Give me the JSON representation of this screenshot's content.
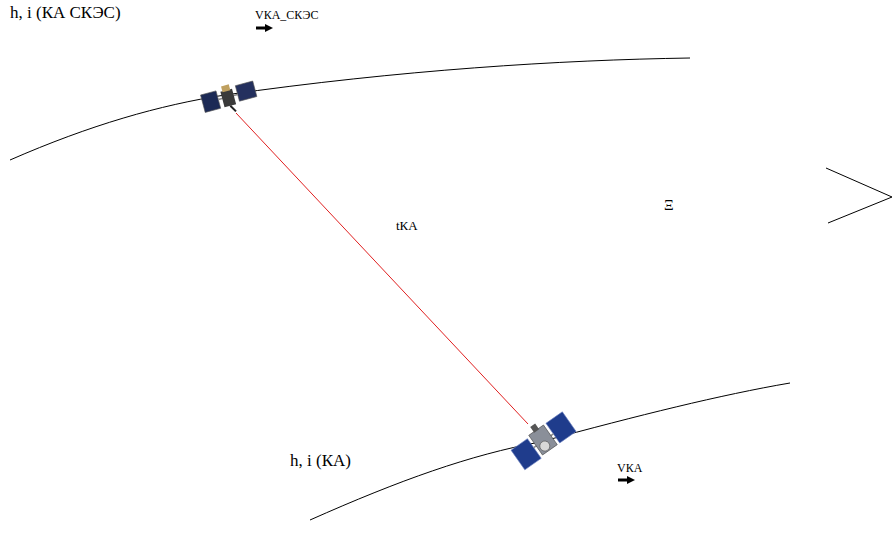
{
  "diagram": {
    "labels": [
      "h, i (КА СКЭС)",
      "VКА_СКЭС",
      "Ξ",
      "tКА",
      "h, i (КА)",
      "VКА"
    ]
  }
}
